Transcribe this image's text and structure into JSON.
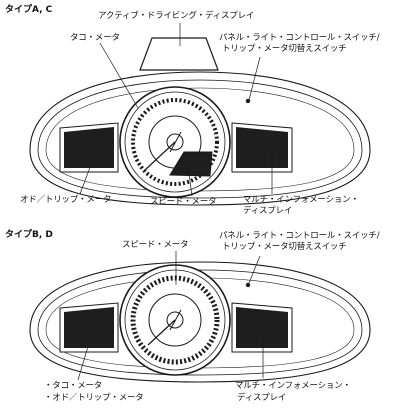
{
  "panel_a": {
    "heading": "タイプA, C",
    "labels": {
      "active_driving_display": "アクティブ・ドライビング・ディスプレイ",
      "tachometer": "タコ・メータ",
      "panel_switch_line1": "パネル・ライト・コントロール・スイッチ/",
      "panel_switch_line2": "トリップ・メータ切替えスイッチ",
      "odo_trip_meter": "オド／トリップ・メータ",
      "speedometer": "スピード・メータ",
      "multi_info_line1": "マルチ・インフォメーション・",
      "multi_info_line2": "ディスプレイ"
    }
  },
  "panel_b": {
    "heading": "タイプB, D",
    "labels": {
      "speedometer": "スピード・メータ",
      "panel_switch_line1": "パネル・ライト・コントロール・スイッチ/",
      "panel_switch_line2": "トリップ・メータ切替えスイッチ",
      "tacho_line": "・タコ・メータ",
      "odo_line": "・オド／トリップ・メータ",
      "multi_info_line1": "マルチ・インフォメーション・",
      "multi_info_line2": "ディスプレイ"
    }
  },
  "colors": {
    "line": "#1a1a1a",
    "fill_dark": "#222222",
    "background": "#ffffff"
  }
}
